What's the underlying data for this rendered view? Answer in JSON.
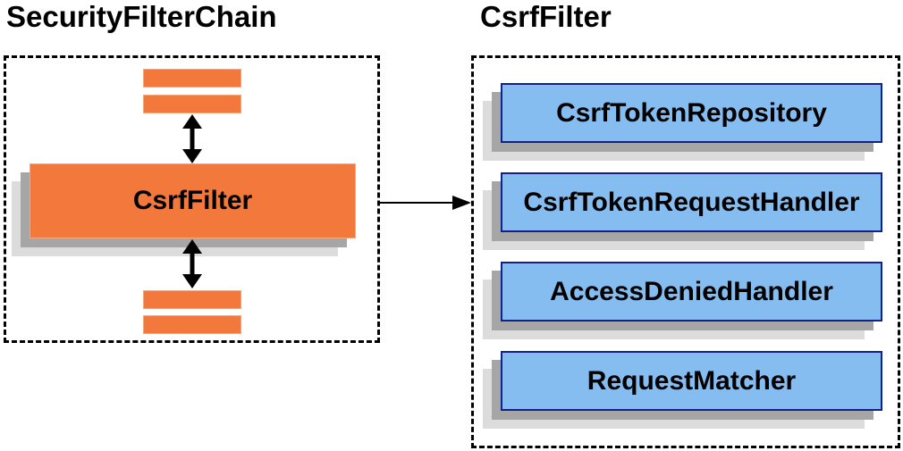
{
  "diagram": {
    "left_panel": {
      "title": "SecurityFilterChain",
      "csrf_filter_label": "CsrfFilter"
    },
    "right_panel": {
      "title": "CsrfFilter",
      "components": [
        {
          "label": "CsrfTokenRepository"
        },
        {
          "label": "CsrfTokenRequestHandler"
        },
        {
          "label": "AccessDeniedHandler"
        },
        {
          "label": "RequestMatcher"
        }
      ]
    },
    "icons": {
      "vertical_arrows": "double-headed-arrow-icon",
      "flow_arrow": "right-arrow-icon"
    },
    "colors": {
      "orange_fill": "#F2793B",
      "orange_border": "#F9A678",
      "blue_fill": "#85BDF1",
      "blue_border": "#10218B",
      "shadow_near": "#A6A6A6",
      "shadow_far": "#DCDCDC",
      "outline_black": "#000000",
      "text_black": "#000000"
    }
  }
}
